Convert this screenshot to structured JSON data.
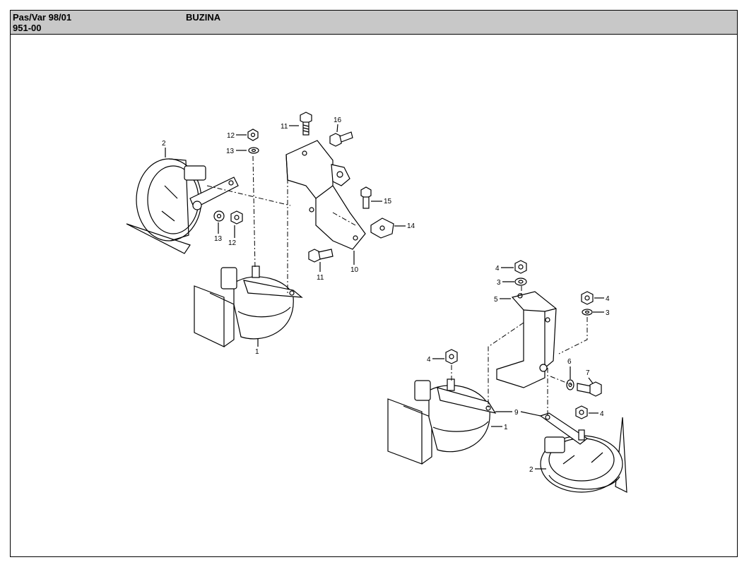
{
  "header": {
    "model": "Pas/Var 98/01",
    "group": "951-00",
    "title": "BUZINA"
  },
  "callouts": [
    "1",
    "2",
    "3",
    "4",
    "5",
    "6",
    "7",
    "9",
    "10",
    "11",
    "12",
    "13",
    "14",
    "15",
    "16"
  ]
}
